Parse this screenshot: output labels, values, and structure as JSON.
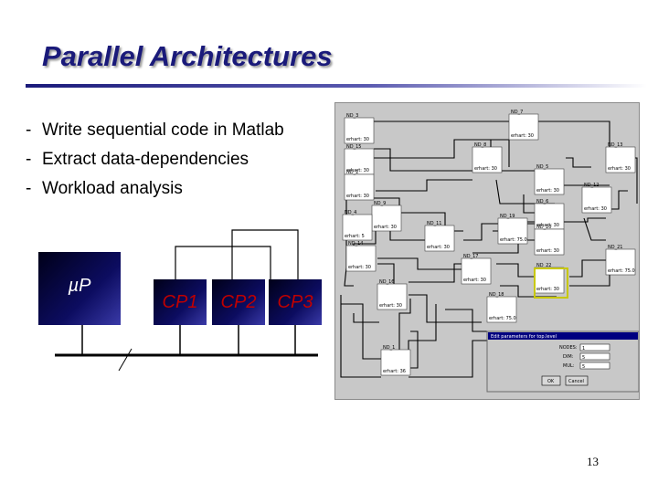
{
  "slide": {
    "title": "Parallel Architectures",
    "bullets": [
      "Write sequential code in Matlab",
      "Extract data-dependencies",
      "Workload analysis"
    ],
    "page_number": "13"
  },
  "diagram": {
    "host_processor": "µP",
    "coprocessors": [
      "CP1",
      "CP2",
      "CP3"
    ]
  },
  "screenshot": {
    "nodes": [
      {
        "id": "ND_3",
        "meta": "erhart: 30"
      },
      {
        "id": "ND_7",
        "meta": "erhart: 30"
      },
      {
        "id": "ND_15",
        "meta": "erhart: 30"
      },
      {
        "id": "ND_8",
        "meta": "erhart: 30"
      },
      {
        "id": "ND_13",
        "meta": "erhart: 30"
      },
      {
        "id": "ND_5",
        "meta": "erhart: 30"
      },
      {
        "id": "ND_2",
        "meta": "erhart: 30"
      },
      {
        "id": "ND_12",
        "meta": "erhart: 30"
      },
      {
        "id": "ND_9",
        "meta": "erhart: 30"
      },
      {
        "id": "ND_6",
        "meta": "erhart: 30"
      },
      {
        "id": "ND_4",
        "meta": "erhart: 5"
      },
      {
        "id": "ND_11",
        "meta": "erhart: 30"
      },
      {
        "id": "ND_19",
        "meta": "erhart: 75.0"
      },
      {
        "id": "ND_14",
        "meta": "erhart: 30"
      },
      {
        "id": "ND_20",
        "meta": "erhart: 30"
      },
      {
        "id": "ND_21",
        "meta": "erhart: 75.0"
      },
      {
        "id": "ND_17",
        "meta": "erhart: 30"
      },
      {
        "id": "ND_22",
        "meta": "erhart: 30"
      },
      {
        "id": "ND_16",
        "meta": "erhart: 30"
      },
      {
        "id": "ND_18",
        "meta": "erhart: 75.0"
      },
      {
        "id": "ND_1",
        "meta": "erhart: 36"
      }
    ],
    "dialog": {
      "title": "Edit parameters for top.level",
      "fields": [
        {
          "label": "NODES:",
          "value": "1"
        },
        {
          "label": "DIM:",
          "value": "5"
        },
        {
          "label": "MUL:",
          "value": "5"
        }
      ],
      "ok": "OK",
      "cancel": "Cancel"
    }
  }
}
